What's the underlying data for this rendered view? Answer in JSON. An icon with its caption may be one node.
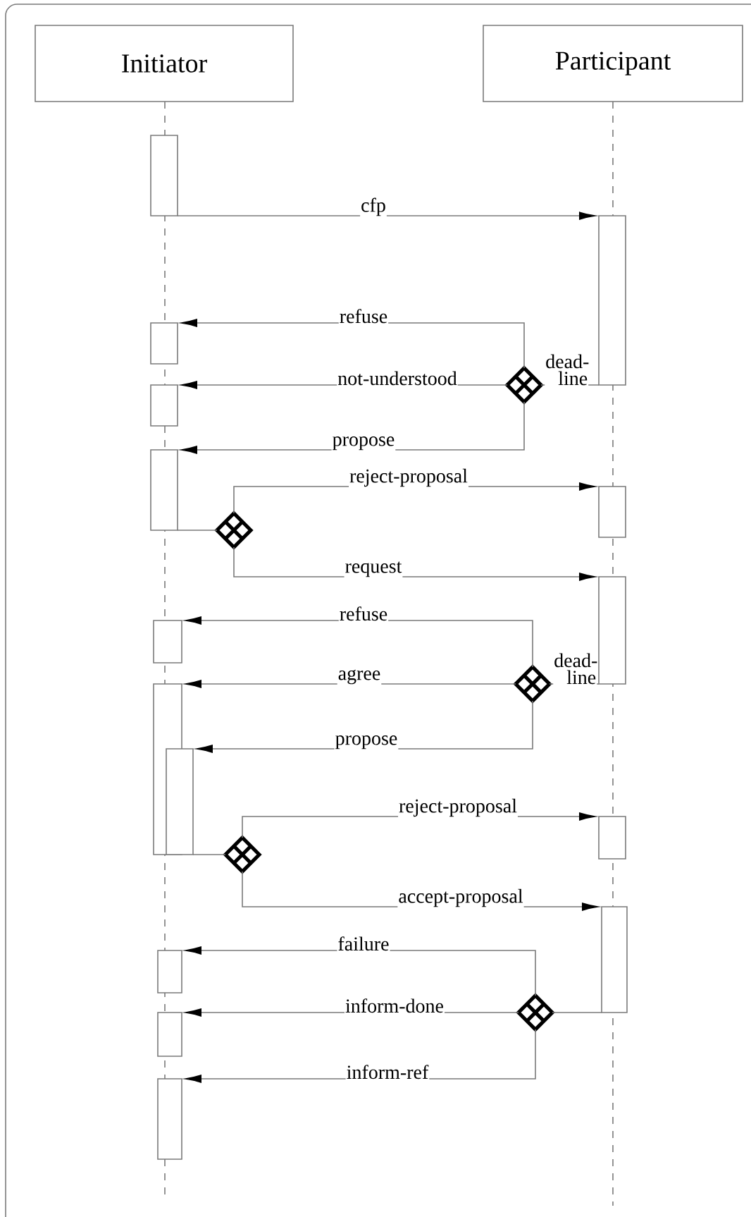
{
  "diagram": {
    "nodes": [
      {
        "text": [
          "Initiator"
        ]
      },
      {
        "text": [
          "Participant"
        ]
      },
      {
        "text": [],
        "shape": "bar"
      },
      {
        "text": [],
        "shape": "bar"
      },
      {
        "text": [],
        "shape": "bar"
      },
      {
        "text": [],
        "shape": "diamond"
      },
      {
        "text": [],
        "shape": "bar"
      },
      {
        "text": [],
        "shape": "bar"
      },
      {
        "text": [],
        "shape": "bar"
      },
      {
        "text": [],
        "shape": "diamond"
      },
      {
        "text": [],
        "shape": "bar"
      },
      {
        "text": [],
        "shape": "bar"
      },
      {
        "text": [],
        "shape": "diamond"
      },
      {
        "text": [],
        "shape": "bar"
      },
      {
        "text": [],
        "shape": "bar"
      },
      {
        "text": [],
        "shape": "bar"
      },
      {
        "text": [],
        "shape": "diamond"
      },
      {
        "text": [],
        "shape": "bar"
      },
      {
        "text": [],
        "shape": "bar"
      },
      {
        "text": [],
        "shape": "diamond"
      },
      {
        "text": [],
        "shape": "bar"
      },
      {
        "text": [],
        "shape": "bar"
      }
    ],
    "edges": [
      {
        "from": 2,
        "to": 3,
        "arrow": "to",
        "label": "cfp"
      },
      {
        "from": 3,
        "to": 5,
        "arrow": "none",
        "label": "dead- line"
      },
      {
        "from": 5,
        "to": 4,
        "arrow": "to",
        "label": "refuse"
      },
      {
        "from": 5,
        "to": 6,
        "arrow": "to",
        "label": "not-understood"
      },
      {
        "from": 5,
        "to": 7,
        "arrow": "to",
        "label": "propose"
      },
      {
        "from": 7,
        "to": 9,
        "arrow": "none"
      },
      {
        "from": 9,
        "to": 8,
        "arrow": "to",
        "label": "reject-proposal"
      },
      {
        "from": 9,
        "to": 10,
        "arrow": "to",
        "label": "request"
      },
      {
        "from": 10,
        "to": 12,
        "arrow": "none",
        "label": "dead- line"
      },
      {
        "from": 12,
        "to": 11,
        "arrow": "to",
        "label": "refuse"
      },
      {
        "from": 12,
        "to": 13,
        "arrow": "to",
        "label": "agree"
      },
      {
        "from": 12,
        "to": 14,
        "arrow": "to",
        "label": "propose"
      },
      {
        "from": 14,
        "to": 16,
        "arrow": "none"
      },
      {
        "from": 16,
        "to": 15,
        "arrow": "to",
        "label": "reject-proposal"
      },
      {
        "from": 16,
        "to": 17,
        "arrow": "to",
        "label": "accept-proposal"
      },
      {
        "from": 17,
        "to": 19,
        "arrow": "none"
      },
      {
        "from": 19,
        "to": 18,
        "arrow": "to",
        "label": "failure"
      },
      {
        "from": 19,
        "to": 20,
        "arrow": "to",
        "label": "inform-done"
      },
      {
        "from": 19,
        "to": 21,
        "arrow": "to",
        "label": "inform-ref"
      }
    ]
  }
}
